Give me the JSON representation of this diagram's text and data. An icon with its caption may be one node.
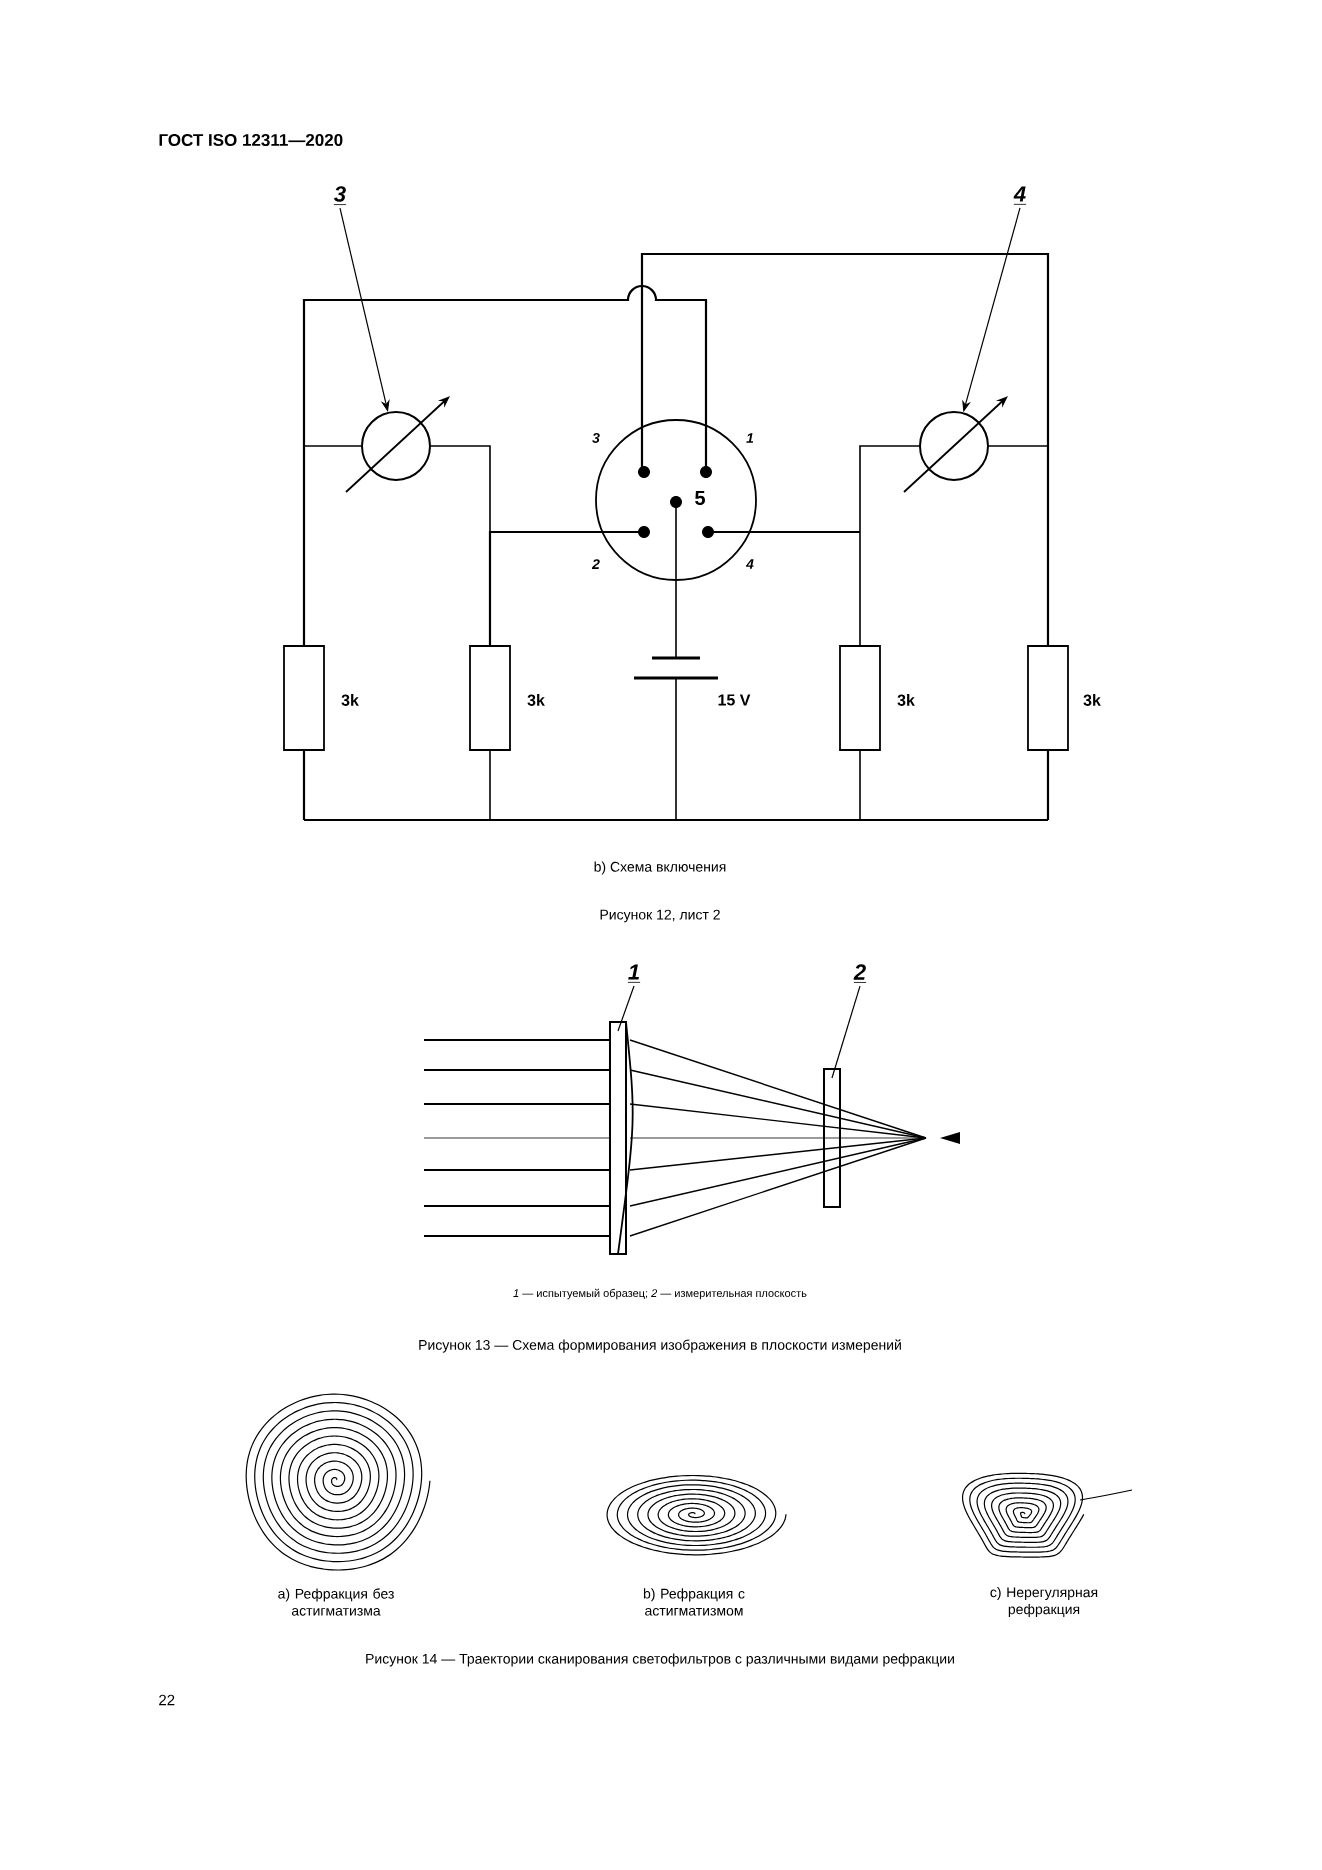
{
  "diagram": {
    "caption": "Рисунок 14 — Траектории сканирования светофильтров с различными видами рефракции",
    "nodes": [
      {
        "text": [
          "3"
        ]
      },
      {
        "text": [
          "4"
        ]
      },
      {
        "text": [],
        "shape": "circle"
      },
      {
        "text": [],
        "shape": "circle"
      },
      {
        "text": [
          "1"
        ]
      },
      {
        "text": [
          "2"
        ]
      },
      {
        "text": [],
        "shape": "box"
      },
      {
        "text": [],
        "shape": "box"
      }
    ],
    "edges": [
      {
        "from": 0,
        "to": 2,
        "arrow": "to"
      },
      {
        "from": 1,
        "to": 3,
        "arrow": "to"
      },
      {
        "from": 4,
        "to": 6,
        "arrow": "none"
      },
      {
        "from": 5,
        "to": 7,
        "arrow": "none"
      }
    ],
    "labels": [
      "ГОСТ ISO 12311—2020",
      "3",
      "1",
      "5",
      "2",
      "4",
      "3k",
      "3k",
      "15 V",
      "3k",
      "3k",
      "b) Схема включения",
      "Рисунок 12, лист 2",
      "*1* — испытуемый образец; *2* — измерительная плоскость",
      "Рисунок 13 — Схема формирования изображения в плоскости измерений",
      "а) Рефракция без астигматизма",
      "b) Рефракция с астигматизмом",
      "с) Нерегулярная рефракция",
      "22"
    ]
  }
}
